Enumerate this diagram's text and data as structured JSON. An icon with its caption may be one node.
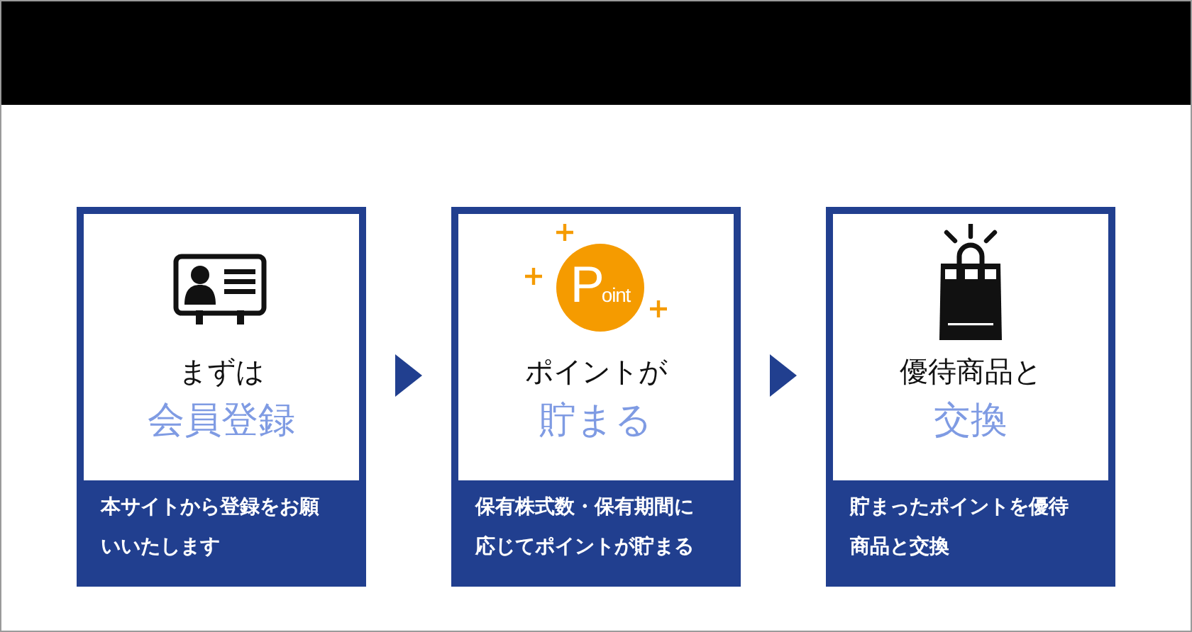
{
  "diagram": {
    "nodes": [
      {
        "text": [
          "まずは",
          "会員登録",
          "本サイトから登録をお願いいたします"
        ]
      },
      {
        "text": [
          "ポイントが",
          "貯まる",
          "保有株式数・保有期間に応じてポイントが貯まる"
        ]
      },
      {
        "text": [
          "優待商品と",
          "交換",
          "貯まったポイントを優待商品と交換"
        ]
      }
    ],
    "edges": [
      {
        "from": 0,
        "to": 1,
        "arrow": "to"
      },
      {
        "from": 1,
        "to": 2,
        "arrow": "to"
      }
    ],
    "labels": [
      "Point"
    ]
  }
}
